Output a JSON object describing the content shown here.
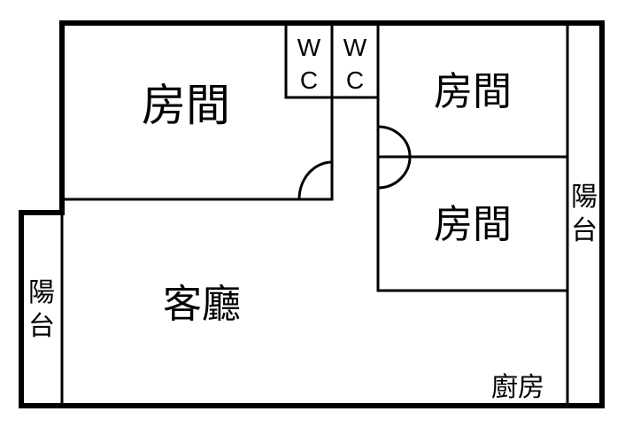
{
  "rooms": {
    "bedroom_master": "房間",
    "bedroom_right_top": "房間",
    "bedroom_right_bottom": "房間",
    "living_room": "客廳",
    "kitchen": "廚房",
    "wc_left": {
      "line1": "W",
      "line2": "C"
    },
    "wc_right": {
      "line1": "W",
      "line2": "C"
    },
    "balcony_left": {
      "line1": "陽",
      "line2": "台"
    },
    "balcony_right": {
      "line1": "陽",
      "line2": "台"
    }
  }
}
